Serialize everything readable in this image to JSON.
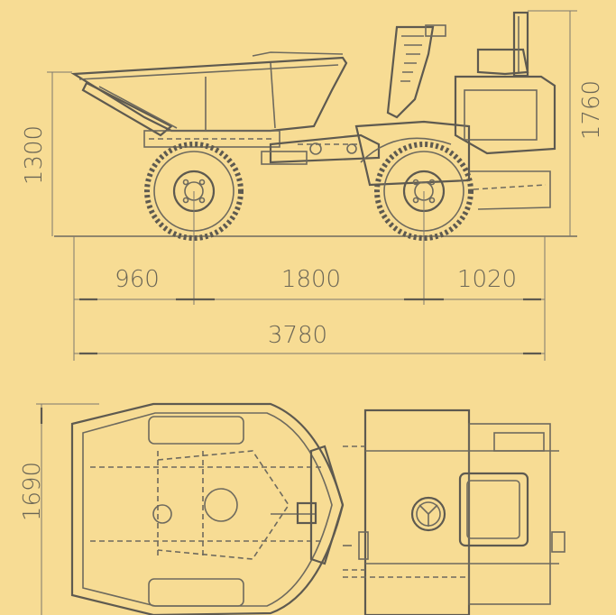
{
  "dimensions": {
    "height_bucket": "1300",
    "height_total": "1760",
    "front_overhang": "960",
    "wheelbase": "1800",
    "rear_overhang": "1020",
    "overall_length": "3780",
    "overall_width": "1690"
  },
  "colors": {
    "background": "#f7dc94",
    "line": "#6e6a5e",
    "text": "#6b6656"
  },
  "icons": {
    "side_view": "dumper-side-view",
    "top_view": "dumper-top-view"
  }
}
